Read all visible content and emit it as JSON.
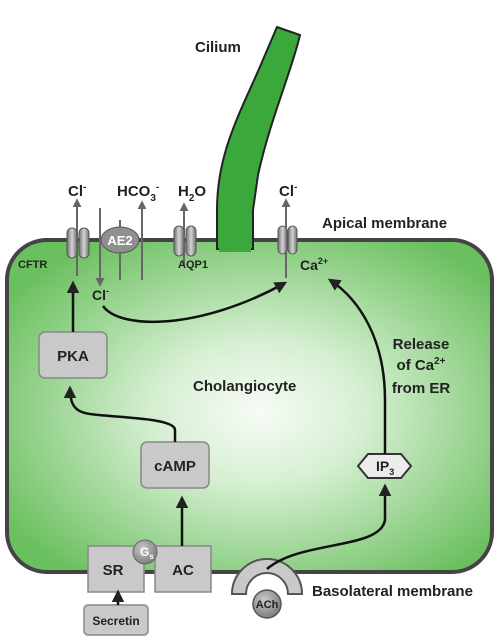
{
  "labels": {
    "cilium": "Cilium",
    "apical_membrane": "Apical membrane",
    "basolateral_membrane": "Basolateral membrane",
    "cholangiocyte": "Cholangiocyte",
    "release_line1": "Release",
    "release_line2_pre": "of Ca",
    "release_line2_sup": "2+",
    "release_line3": "from ER"
  },
  "ions": {
    "cl_left": "Cl",
    "cl_left_sup": "-",
    "hco3_main": "HCO",
    "hco3_sub": "3",
    "hco3_sup": "-",
    "h2o_h": "H",
    "h2o_sub": "2",
    "h2o_o": "O",
    "cl_right": "Cl",
    "cl_right_sup": "-",
    "cl_inner": "Cl",
    "cl_inner_sup": "-",
    "ca_main": "Ca",
    "ca_sup": "2+"
  },
  "channels": {
    "cftr": "CFTR",
    "ae2": "AE2",
    "aqp1": "AQP1"
  },
  "boxes": {
    "pka": "PKA",
    "camp": "cAMP",
    "ac": "AC",
    "sr": "SR",
    "secretin": "Secretin",
    "gs_main": "G",
    "gs_sub": "s",
    "ip3_main": "IP",
    "ip3_sub": "3",
    "ach": "ACh"
  },
  "colors": {
    "cell_edge": "#6abf5e",
    "cell_center": "#f7fcf6",
    "cilium": "#3aa83a",
    "membrane": "#444444",
    "box_fill": "#c9c9c9",
    "channel": "#8f8f8f"
  }
}
